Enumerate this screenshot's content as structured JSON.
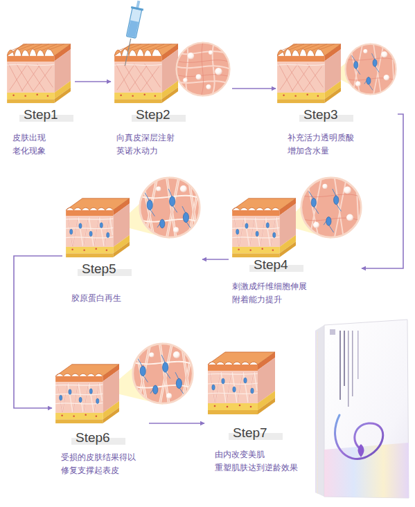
{
  "diagram": {
    "nodes": [
      {
        "text": [
          "Step1",
          "皮肤出现 老化现象"
        ]
      },
      {
        "text": [
          "Step2",
          "向真皮深层注射 英诺水动力"
        ]
      },
      {
        "text": [
          "Step3",
          "补充活力透明质酸 增加含水量"
        ]
      },
      {
        "text": [
          "Step4",
          "刺激成纤维细胞伸展 附着能力提升"
        ]
      },
      {
        "text": [
          "Step5",
          "胶原蛋白再生"
        ]
      },
      {
        "text": [
          "Step6",
          "受损的皮肤结果得以 修复支撑起表皮"
        ]
      },
      {
        "text": [
          "Step7",
          "由内改变美肌 重塑肌肤达到逆龄效果"
        ]
      }
    ],
    "edges": [
      {
        "from": 0,
        "to": 1,
        "arrow": "to"
      },
      {
        "from": 1,
        "to": 2,
        "arrow": "to"
      },
      {
        "from": 2,
        "to": 3,
        "arrow": "to"
      },
      {
        "from": 3,
        "to": 4,
        "arrow": "to"
      },
      {
        "from": 4,
        "to": 5,
        "arrow": "to"
      },
      {
        "from": 5,
        "to": 6,
        "arrow": "to"
      }
    ]
  }
}
